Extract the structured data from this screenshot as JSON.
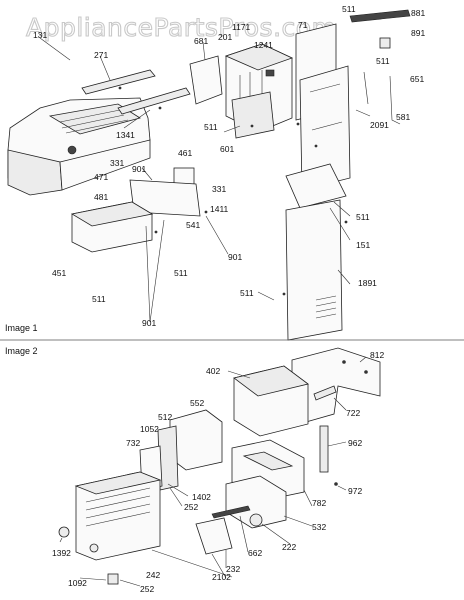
{
  "watermark": "AppliancePartsPros.com",
  "sections": [
    {
      "label": "Image 1"
    },
    {
      "label": "Image 2"
    }
  ],
  "callouts_image1": [
    "131",
    "271",
    "681",
    "201",
    "1171",
    "1241",
    "71",
    "511",
    "881",
    "891",
    "511",
    "651",
    "581",
    "2091",
    "1341",
    "511",
    "601",
    "331",
    "901",
    "461",
    "471",
    "481",
    "331",
    "1411",
    "541",
    "901",
    "451",
    "511",
    "511",
    "901",
    "511",
    "151",
    "1891",
    "511"
  ],
  "callouts_image2": [
    "812",
    "402",
    "722",
    "552",
    "512",
    "1052",
    "732",
    "962",
    "1402",
    "252",
    "782",
    "972",
    "532",
    "222",
    "662",
    "232",
    "2102",
    "1392",
    "242",
    "1092",
    "252"
  ]
}
